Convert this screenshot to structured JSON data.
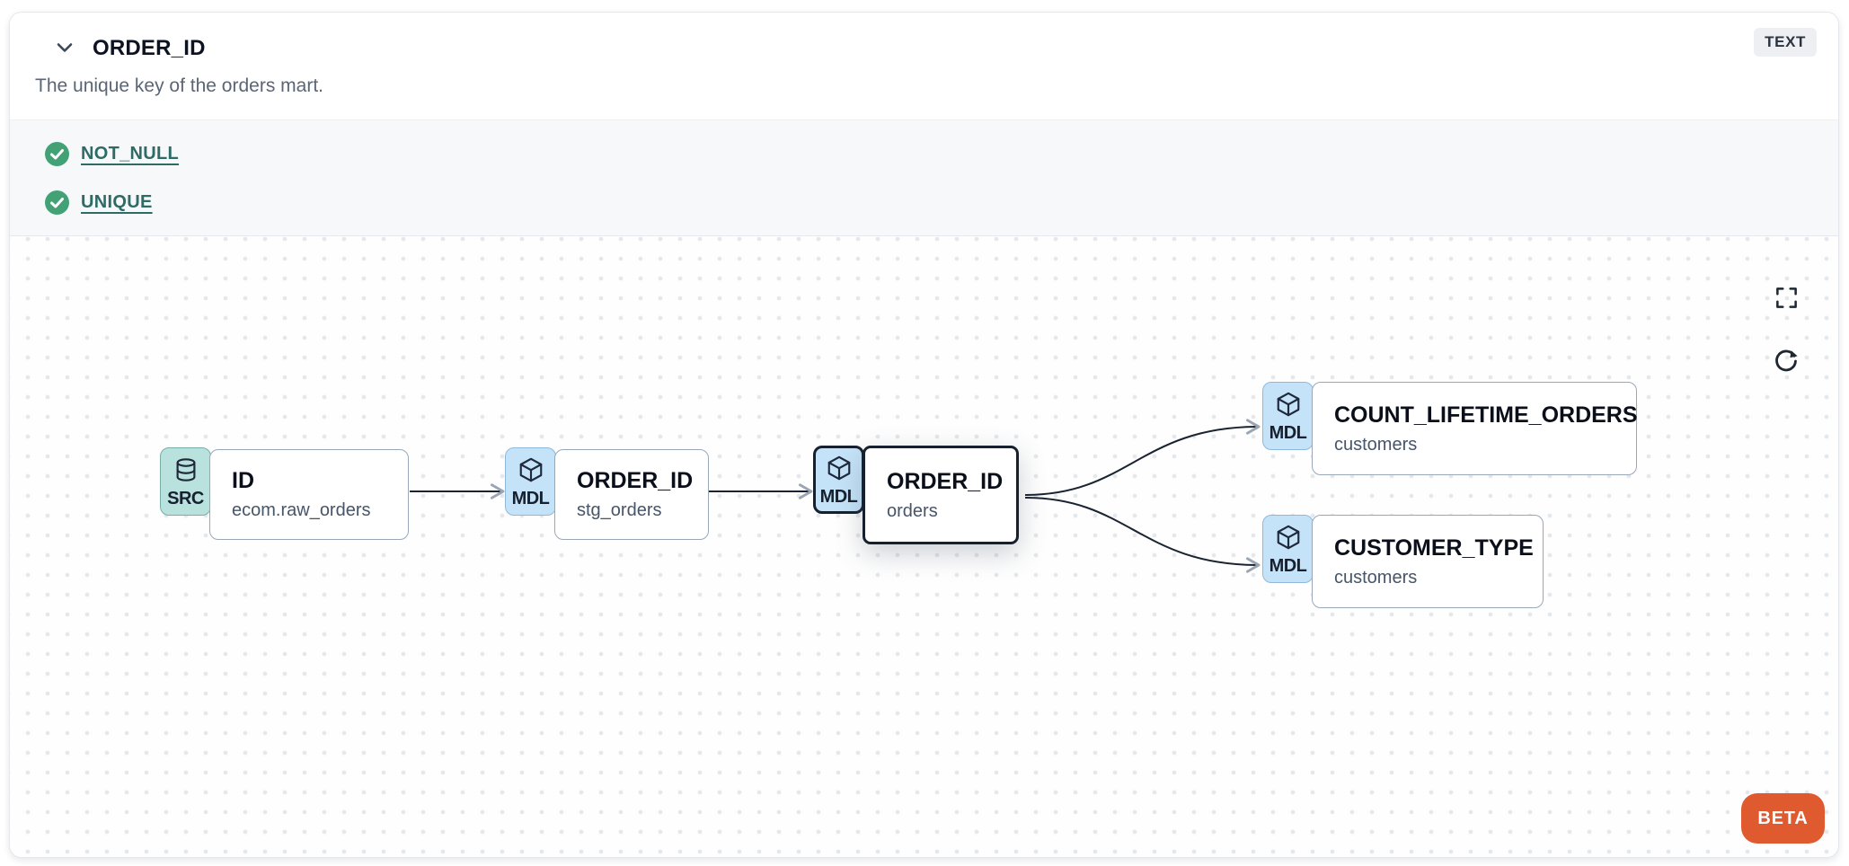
{
  "header": {
    "title": "ORDER_ID",
    "description": "The unique key of the orders mart.",
    "type_badge": "TEXT"
  },
  "tests": {
    "items": [
      {
        "label": "NOT_NULL",
        "status": "pass"
      },
      {
        "label": "UNIQUE",
        "status": "pass"
      }
    ]
  },
  "lineage": {
    "beta_label": "BETA",
    "nodes": [
      {
        "badge": "SRC",
        "icon": "database",
        "title": "ID",
        "subtitle": "ecom.raw_orders",
        "selected": false
      },
      {
        "badge": "MDL",
        "icon": "cube",
        "title": "ORDER_ID",
        "subtitle": "stg_orders",
        "selected": false
      },
      {
        "badge": "MDL",
        "icon": "cube",
        "title": "ORDER_ID",
        "subtitle": "orders",
        "selected": true
      },
      {
        "badge": "MDL",
        "icon": "cube",
        "title": "COUNT_LIFETIME_ORDERS",
        "subtitle": "customers",
        "selected": false
      },
      {
        "badge": "MDL",
        "icon": "cube",
        "title": "CUSTOMER_TYPE",
        "subtitle": "customers",
        "selected": false
      }
    ],
    "edges": [
      {
        "from": "ID (ecom.raw_orders)",
        "to": "ORDER_ID (stg_orders)"
      },
      {
        "from": "ORDER_ID (stg_orders)",
        "to": "ORDER_ID (orders)"
      },
      {
        "from": "ORDER_ID (orders)",
        "to": "COUNT_LIFETIME_ORDERS (customers)"
      },
      {
        "from": "ORDER_ID (orders)",
        "to": "CUSTOMER_TYPE (customers)"
      }
    ]
  },
  "colors": {
    "accent_orange": "#e05a30",
    "test_green": "#43a275",
    "test_link": "#2e6b66",
    "src_badge_bg": "#b9e2de",
    "mdl_badge_bg": "#c5e3f8",
    "edge": "#1a2332",
    "selected_border": "#17202e"
  }
}
